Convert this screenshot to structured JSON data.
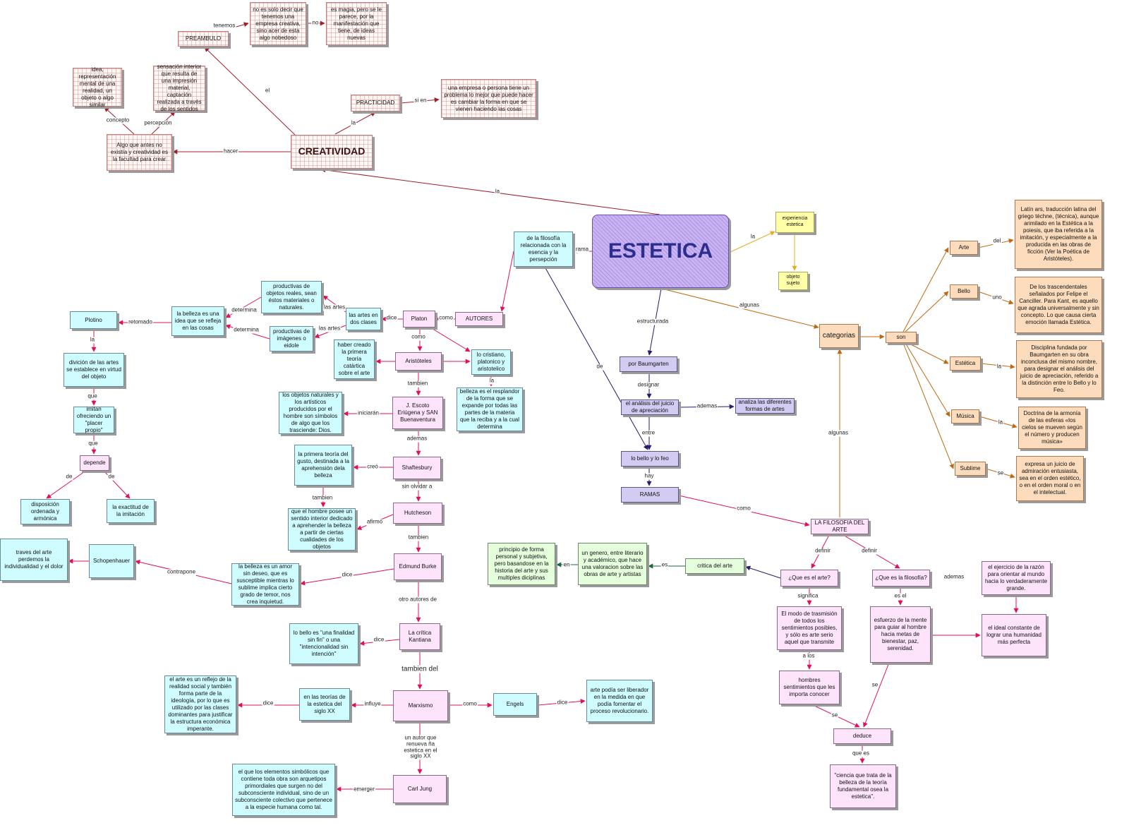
{
  "nodes": {
    "preambulo": "PREAMBULO",
    "no_es_solo": "no es solo decir que tenemos una empresa creativa, sino acer de esta algo nobedoso",
    "es_magia": "es magia, pero se le parece, por la manifestación que tiene, de ideas nuevas",
    "idea": "idea, representación mental de una realidad, un objeto o algo similar",
    "sensacion": "sensación  interior que resulta de una impresión material, captación realizada a través de los sentidos",
    "practicidad": "PRACTICIDAD",
    "una_empresa": "una empresa o persona tiene un problema lo mejor que puede hacer es cambiar la forma en que se vienen haciendo las cosas",
    "algo_que": "Algo  que antes no existía y creatividad es la facultad para crear",
    "creatividad": "CREATIVIDAD",
    "estetica": "ESTETICA",
    "experiencia": "experiencia estetica",
    "objeto_sujeto": "objeto sujeto",
    "filosofia_rama": "de la filosofía relacionada con la esencia y la persepción",
    "autores": "AUTORES",
    "platon": "Platon",
    "artes_dos_clases": "las artes en dos clases",
    "prod_reales": "productivas de objetos reales, sean éstos materiales o naturales.",
    "prod_imagenes": "productivas de imágenes o eidole",
    "belleza_idea": "la belleza es una idea que se refleja en las cosas",
    "plotino": "Plotino",
    "divicion": "divición de las artes se establece en virtud del objeto",
    "imitan": "imitan ofreciendo un \"placer propio\"",
    "depende": "depende",
    "disposicion": "disposición ordenada y armónica",
    "exactitud": "la exactitud de la imitación",
    "aristoteles": "Aristóteles",
    "primera_teoria_catartica": "haber creado la primera teoría catártica sobre el arte",
    "cristiano": "lo cristiano, platonico y aristotelico",
    "belleza_resplandor": "belleza es el resplandor de la forma que se expande por todas las partes de la materia que la reciba y a la cual determina",
    "escoto": "J. Escoto Eriúgena y SAN Buenaventura",
    "objetos_naturales": "los objetos naturales y los artísticos producidos por el hombre son símbolos de algo que los trasciende: Dios.",
    "shaftesbury": "Shaftesbury",
    "primera_teoria_gusto": "la primera teoría del gusto, destinada a la aprehensión dela belleza",
    "hutcheson": "Hutcheson",
    "sentido_interior": "que el hombre posee un sentido interior dedicado a aprehender la belleza a partir de ciertas cualidades de los objetos",
    "burke": "Edmund Burke",
    "belleza_amor": "la belleza es un amor sin deseo, que es susceptible mientras lo sublime implica cierto grado de temor, nos crea inquietud.",
    "schopenhauer": "Schopenhauer",
    "traves_arte": "traves del arte perdemos la individualidad y el dolor",
    "critica_kantiana": "La crítica Kantiana",
    "lo_bello_finalidad": "lo bello es \"una finalidad sin fin\" o una \"intencionalidad sin intención\"",
    "marxismo": "Marxismo",
    "teorias_estetica": "en las teorías de la estetica del siglo XX",
    "arte_reflejo": "el arte es un reflejo de la realidad social y también forma parte de la ideología, por lo que es utilizado por las clases dominantes para justificar la estructura económica imperante.",
    "engels": "Engels",
    "arte_liberador": "arte podía ser liberador en la medida en que podía fomentar el proceso revolucionario.",
    "carl_jung": "Carl Jung",
    "elementos_simbolicos": "el que los elementos simbólicos que contiene toda obra son arquetipos primordiales que surgen no del subconsciente individual, sino de un subconsciente colectivo que pertenece a la especie humana como tal.",
    "por_baumgarten": "por Baumgarten",
    "analisis_juicio": "el análisis del juicio de apreciación",
    "analiza_formas": "analiza las diferentes formas de artes",
    "bello_feo": "lo bello y lo feo",
    "ramas": "RAMAS",
    "filosofia_arte": "LA FILOSOFIA DEL ARTE",
    "critica_arte": "critica del arte",
    "un_genero": "un genero, entre literario y académico, que hace una valoracion sobre las obras de arte y artistas",
    "principio_forma": "principio de forma personal y subjetiva, pero basandose en la historia del arte  y sus multiples diciplinas",
    "que_es_arte": "¿Que es el arte?",
    "modo_trasmision": "El modo de trasmisión de todos los sentimientos posibles, y sólo es arte serio aquel que transmite",
    "hombres_sentimientos": "hombres sentimientos que les importa conocer",
    "que_es_filosofia": "¿Que es la filosofía?",
    "esfuerzo_mente": "esfuerzo de la mente para guiar al hombre hacia metas de bienestar, paz, serenidad.",
    "ejercicio_razon": "el ejercicio de la razón para orientar al mundo hacia lo verdaderamente grande.",
    "ideal_constante": "el ideal constante de lograr una humanidad más perfecta",
    "deduce": "deduce",
    "ciencia_belleza": "\"ciencia que trata de la belleza de la teoría fundamental osea la estetica\".",
    "categorias": "categorias",
    "son": "son",
    "arte": "Arte",
    "latin_ars": "Latín ars, traducción latina del griego téchne, (técnica), aunque arimilado en la Estética a la poiesis, que iba referida a la imitación, y especialmente a la producida en las obras de ficción (Ver la Poética de Aristóteles).",
    "bello": "Bello",
    "trascendentales": "De los trascendentales señalados por Felipe el Canciller. Para Kant, es aquello que agrada universalmente y sin concepto. Lo que causa cierta emoción llamada Estética.",
    "estetica_cat": "Estética",
    "disciplina": "Disciplina fundada por Baumgarten en su obra inconclusa del mismo nombre, para designar el análisis del juicio de apreciación, referido a la distinción entre lo Bello y lo Feo.",
    "musica": "Música",
    "armonia": "Doctrina de la armonía de las esferas «los cielos se mueven según el número y producen música»",
    "sublime": "Sublime",
    "juicio_admiracion": "expresa un juicio de admiración entusiasta, sea en el orden estético, o en el orden moral o en el intelectual."
  },
  "links": {
    "tenemos": "tenemos",
    "no": "no",
    "el": "el",
    "concepto": "concepto",
    "percepcion": "percepción",
    "la": "la",
    "si_en": "si en",
    "hacer": "hacer",
    "rama": "rama",
    "como": "como",
    "dice": "dice",
    "las_artes": "las artes",
    "determina": "determina",
    "retomado": "retomado",
    "que": "que",
    "de": "de",
    "tambien": "tambien",
    "iniciaran": "iniciarán",
    "ademas": "ademas",
    "creo": "creó",
    "sin_olvidar": "sin olvidar a",
    "afirmo": "afirmó",
    "contrapone": "contrapone",
    "otro_autores": "otro autores de",
    "tambien_del": "tambien del",
    "influye": "influye",
    "un_autor": "un autor que renueva ña estetica en el siglo XX",
    "emerger": "emerger",
    "estructurada": "estructurada",
    "designar": "designar",
    "entre": "entre",
    "hay": "hay",
    "es": "es",
    "en": "en",
    "definir": "definir",
    "significa": "significa",
    "a_los": "a los",
    "es_el": "es el",
    "se": "se",
    "que_es": "que es",
    "algunas": "algunas",
    "del": "del",
    "uno": "uno"
  }
}
